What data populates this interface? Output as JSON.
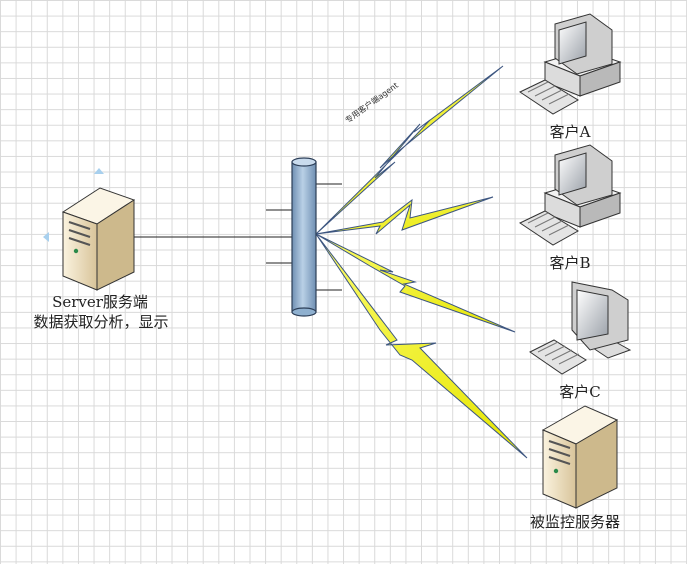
{
  "diagram": {
    "nodes": {
      "server": {
        "line1": "Server服务端",
        "line2": "数据获取分析，显示"
      },
      "client_a": {
        "label": "客户A"
      },
      "client_b": {
        "label": "客户B"
      },
      "client_c": {
        "label": "客户C"
      },
      "monitored_server": {
        "label": "被监控服务器"
      }
    },
    "links": {
      "agent_label": "专用客户端agent"
    },
    "icons": [
      "server-tower-icon",
      "desktop-computer-icon",
      "keyboard-icon",
      "monitor-icon",
      "network-bus-icon",
      "lightning-link-icon",
      "selection-handle-icon"
    ],
    "colors": {
      "bus": "#9fbbd6",
      "lightning_fill": "#f2f211",
      "lightning_edge": "#2f4d7a",
      "server_body": "#ead9b6",
      "computer_body": "#ececec"
    }
  }
}
